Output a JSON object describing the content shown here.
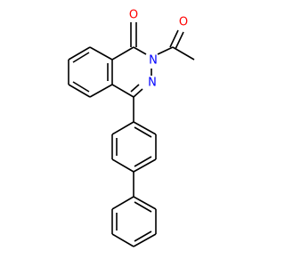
{
  "molecule": {
    "atoms": {
      "O": {
        "symbol": "O",
        "color": "#ff0000"
      },
      "N2": {
        "symbol": "N",
        "color": "#0000ff"
      },
      "N3": {
        "symbol": "N",
        "color": "#0000ff"
      },
      "Oac": {
        "symbol": "O",
        "color": "#ff0000"
      }
    }
  }
}
